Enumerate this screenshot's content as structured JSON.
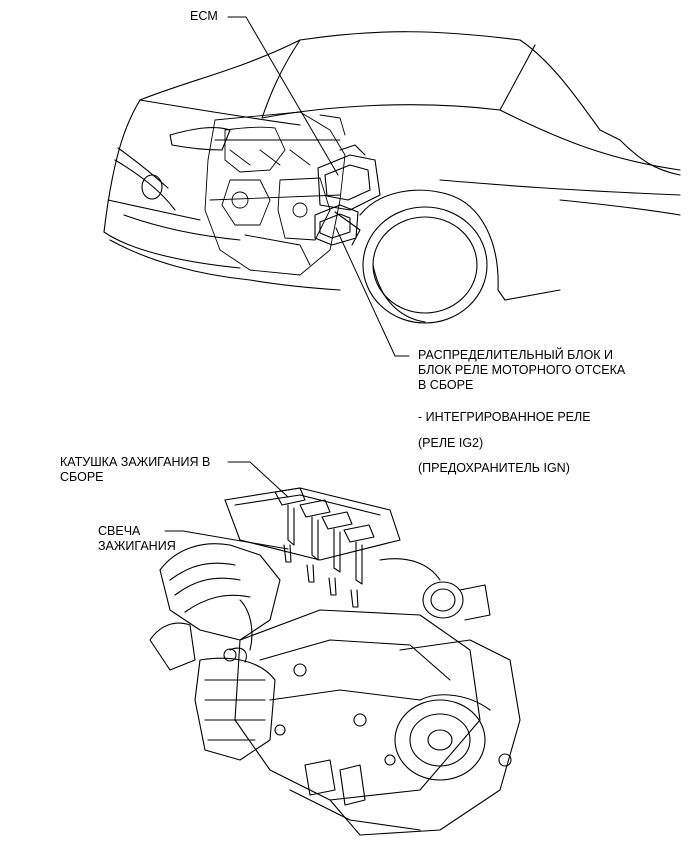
{
  "labels": {
    "ecm": "ECM",
    "relay_block": [
      "РАСПРЕДЕЛИТЕЛЬНЫЙ БЛОК И",
      "БЛОК РЕЛЕ МОТОРНОГО ОТСЕКА",
      "В СБОРЕ"
    ],
    "integrated_relay": "- ИНТЕГРИРОВАННОЕ РЕЛЕ",
    "relay_ig2": "(РЕЛЕ IG2)",
    "fuse_ign": "(ПРЕДОХРАНИТЕЛЬ IGN)",
    "ignition_coil": [
      "КАТУШКА ЗАЖИГАНИЯ В",
      "СБОРЕ"
    ],
    "spark_plug": [
      "СВЕЧА",
      "ЗАЖИГАНИЯ"
    ]
  }
}
